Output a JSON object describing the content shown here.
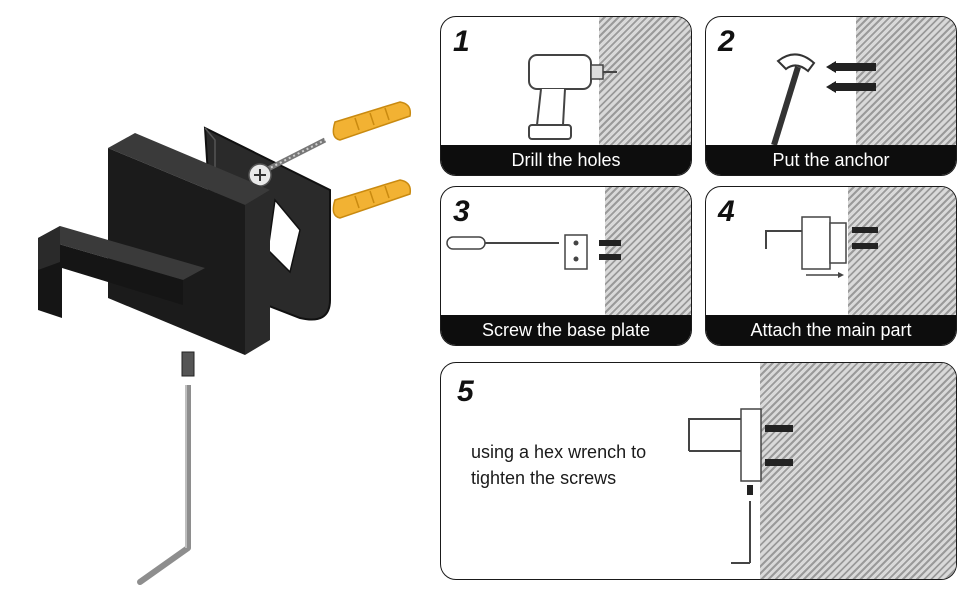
{
  "steps": [
    {
      "number": "1",
      "caption": "Drill the holes"
    },
    {
      "number": "2",
      "caption": "Put the anchor"
    },
    {
      "number": "3",
      "caption": "Screw the base plate"
    },
    {
      "number": "4",
      "caption": "Attach the main part"
    },
    {
      "number": "5",
      "note_line1": "using a hex wrench to",
      "note_line2": "tighten the screws"
    }
  ],
  "colors": {
    "anchor": "#f2b233",
    "hook": "#1b1b1b",
    "caption_bg": "#0d0d0d",
    "wall_light": "#d9d9d9",
    "wall_dark": "#9a9a9a"
  }
}
